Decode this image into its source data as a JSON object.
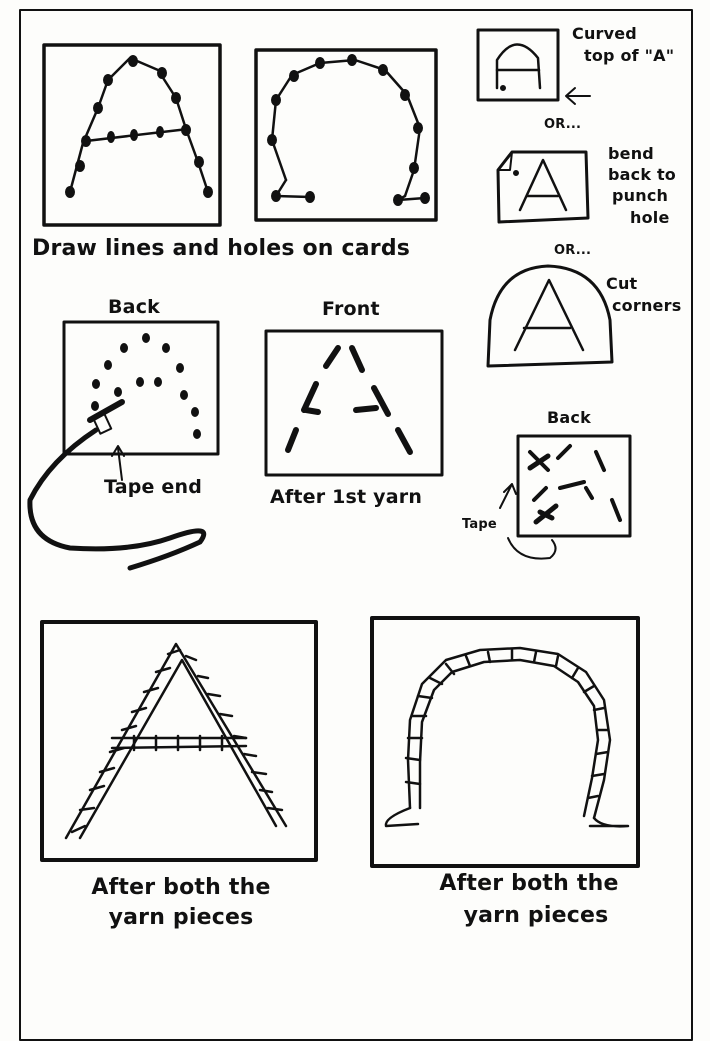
{
  "labels": {
    "draw_lines_holes": "Draw lines and holes on cards",
    "curved_top_line1": "Curved",
    "curved_top_line2": "top of \"A\"",
    "or_1": "OR...",
    "bend_back_line1": "bend",
    "bend_back_line2": "back to",
    "bend_back_line3": "punch",
    "bend_back_line4": "hole",
    "or_2": "OR...",
    "cut_corners_line1": "Cut",
    "cut_corners_line2": "corners",
    "back_1": "Back",
    "front": "Front",
    "tape_end": "Tape end",
    "after_first_yarn": "After 1st yarn",
    "back_2": "Back",
    "tape": "Tape",
    "after_both_left_line1": "After both the",
    "after_both_left_line2": "yarn pieces",
    "after_both_right_line1": "After both the",
    "after_both_right_line2": "yarn pieces"
  }
}
